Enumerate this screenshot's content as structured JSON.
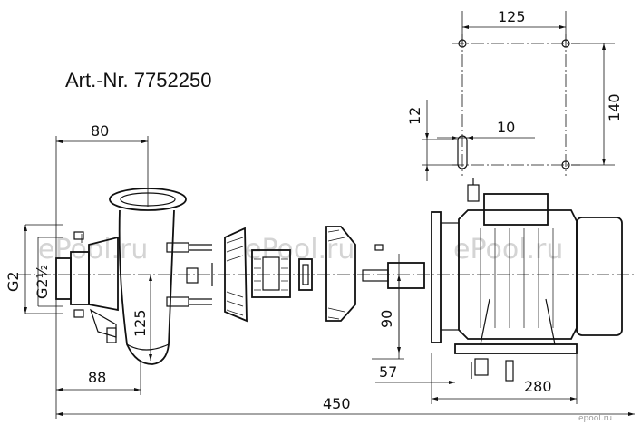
{
  "title": "Art.-Nr. 7752250",
  "dimensions": {
    "width_80": "80",
    "width_88": "88",
    "total_450": "450",
    "base_280": "280",
    "offset_57": "57",
    "height_125": "125",
    "axis_height_90": "90",
    "footprint_125": "125",
    "footprint_140": "140",
    "slot_12": "12",
    "slot_10": "10"
  },
  "thread_labels": {
    "g2": "G2",
    "g2_half": "G2½"
  },
  "watermarks": [
    "ePool.ru",
    "ePool.ru",
    "ePool.ru"
  ],
  "corner_mark": "epool.ru",
  "colors": {
    "line": "#111111",
    "watermark": "#d4d4d4"
  }
}
